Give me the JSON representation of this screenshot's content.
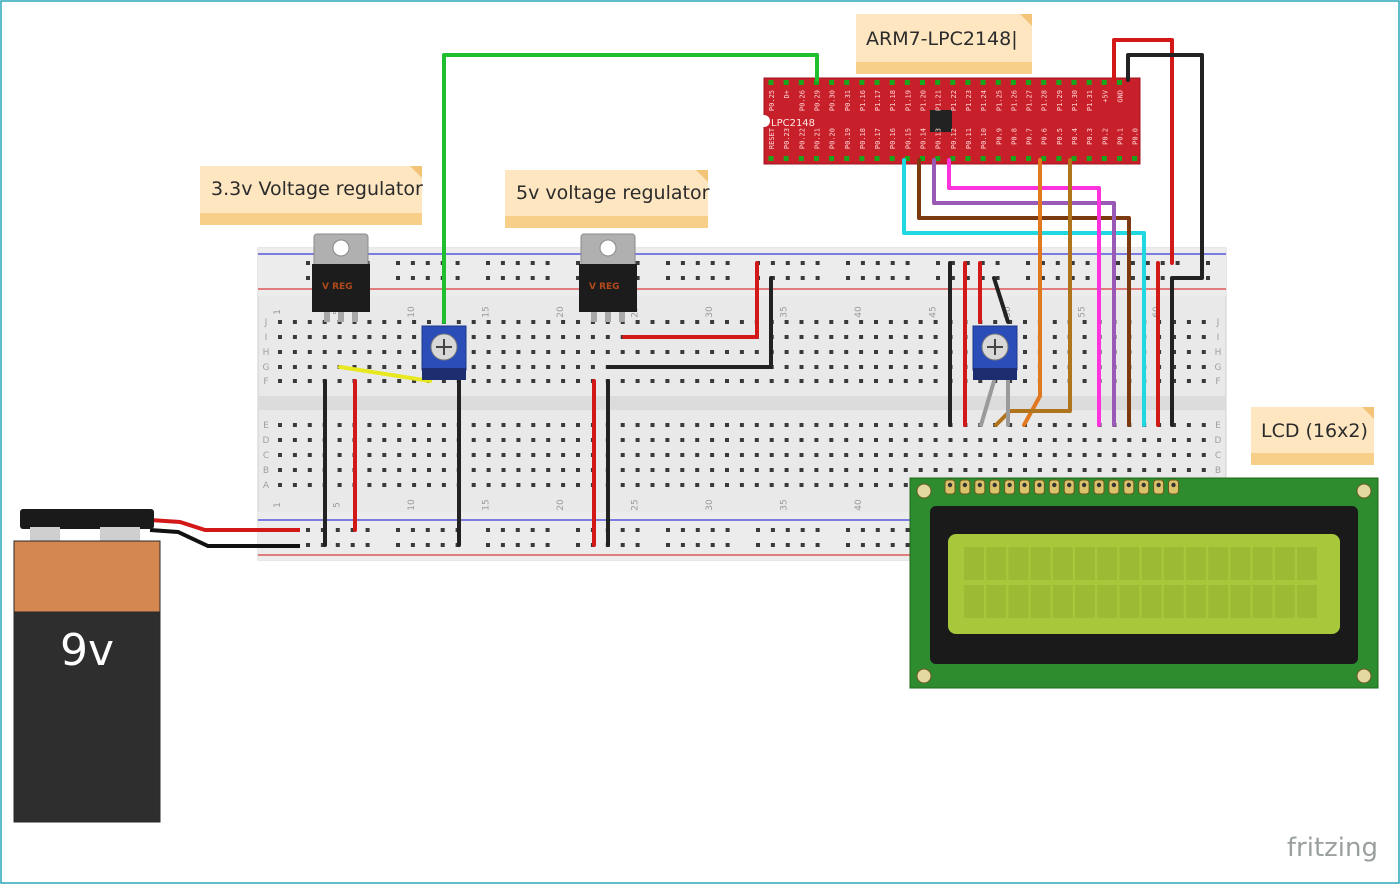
{
  "labels": {
    "mcu_note": "ARM7-LPC2148|",
    "reg33_note": "3.3v Voltage regulator",
    "reg5_note": "5v voltage regulator",
    "lcd_note": "LCD (16x2)",
    "battery": "9v",
    "brand": "fritzing",
    "vreg_marking": "V REG",
    "mcu_marking": "LPC2148"
  },
  "breadboard": {
    "column_numbers": [
      "1",
      "5",
      "10",
      "15",
      "20",
      "25",
      "30",
      "35",
      "40",
      "45",
      "50",
      "55",
      "60"
    ],
    "rows_top": [
      "J",
      "I",
      "H",
      "G",
      "F"
    ],
    "rows_bottom": [
      "E",
      "D",
      "C",
      "B",
      "A"
    ]
  },
  "mcu_pins": {
    "top": [
      "P0.25",
      "D+",
      "P0.26",
      "P0.29",
      "P0.30",
      "P0.31",
      "P1.16",
      "P1.17",
      "P1.18",
      "P1.19",
      "P1.20",
      "P1.21",
      "P1.22",
      "P1.23",
      "P1.24",
      "P1.25",
      "P1.26",
      "P1.27",
      "P1.28",
      "P1.29",
      "P1.30",
      "P1.31",
      "+5V",
      "GND"
    ],
    "bottom": [
      "RESET",
      "P0.23",
      "P0.22",
      "P0.21",
      "P0.20",
      "P0.19",
      "P0.18",
      "P0.17",
      "P0.16",
      "P0.15",
      "P0.14",
      "P0.13",
      "P0.12",
      "P0.11",
      "P0.10",
      "P0.9",
      "P0.8",
      "P0.7",
      "P0.6",
      "P0.5",
      "P0.4",
      "P0.3",
      "P0.2",
      "P0.1",
      "P0.0"
    ]
  },
  "colors": {
    "note_bg": "#fde6c0",
    "note_edge": "#f5c97a",
    "mcu_board": "#c8202a",
    "lcd_pcb": "#2e8b2e",
    "lcd_screen": "#a8c83c",
    "pot_body": "#2a4db8",
    "wire_green": "#1fbf2f",
    "wire_red": "#d31818",
    "wire_black": "#222222",
    "wire_yellow": "#e8e820",
    "wire_orange": "#e07820",
    "wire_tan": "#b0741c",
    "wire_magenta": "#ff33dd",
    "wire_purple": "#9b59b6",
    "wire_brown": "#7b3a10",
    "wire_cyan": "#20d8e0",
    "wire_gray": "#9a9a9a"
  },
  "icons": {
    "battery": "9v-battery-icon",
    "regulator": "voltage-regulator-icon",
    "potentiometer": "trimmer-potentiometer-icon"
  }
}
